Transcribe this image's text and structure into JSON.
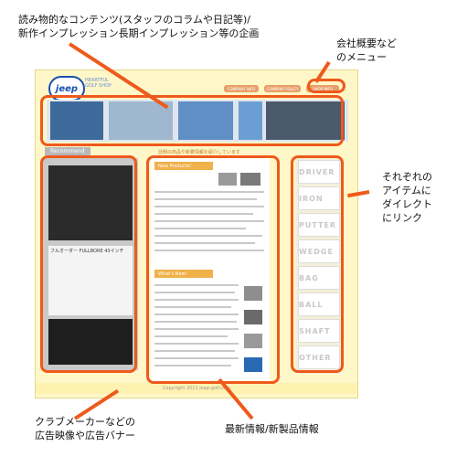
{
  "annotations": {
    "top_left": [
      "読み物的なコンテンツ(スタッフのコラムや日記等)/",
      "新作インプレッション長期インプレッション等の企画"
    ],
    "top_right": [
      "会社概要など",
      "のメニュー"
    ],
    "right": [
      "それぞれの",
      "アイテムに",
      "ダイレクト",
      "にリンク"
    ],
    "bottom_left": [
      "クラブメーカーなどの",
      "広告映像や広告バナー"
    ],
    "bottom_center": "最新情報/新製品情報"
  },
  "site": {
    "logo": "jeep",
    "logo_sub": "HEARTFUL GOLF SHOP",
    "menu": [
      "COMPANY INFO",
      "COMPANY POLICY",
      "SHOP INFO"
    ],
    "left_header": "Recommend",
    "center_header": "話題の商品や新着情報を紹介しています",
    "new_products": "New Products!",
    "whats_new": "What's New!",
    "categories": [
      "DRIVER",
      "IRON",
      "PUTTER",
      "WEDGE",
      "BAG",
      "BALL",
      "SHAFT",
      "OTHER"
    ],
    "promo_text": "フルオーダー FULLBORE 43インチ",
    "footer": "Copyright 2011 jeep-golf.com"
  }
}
